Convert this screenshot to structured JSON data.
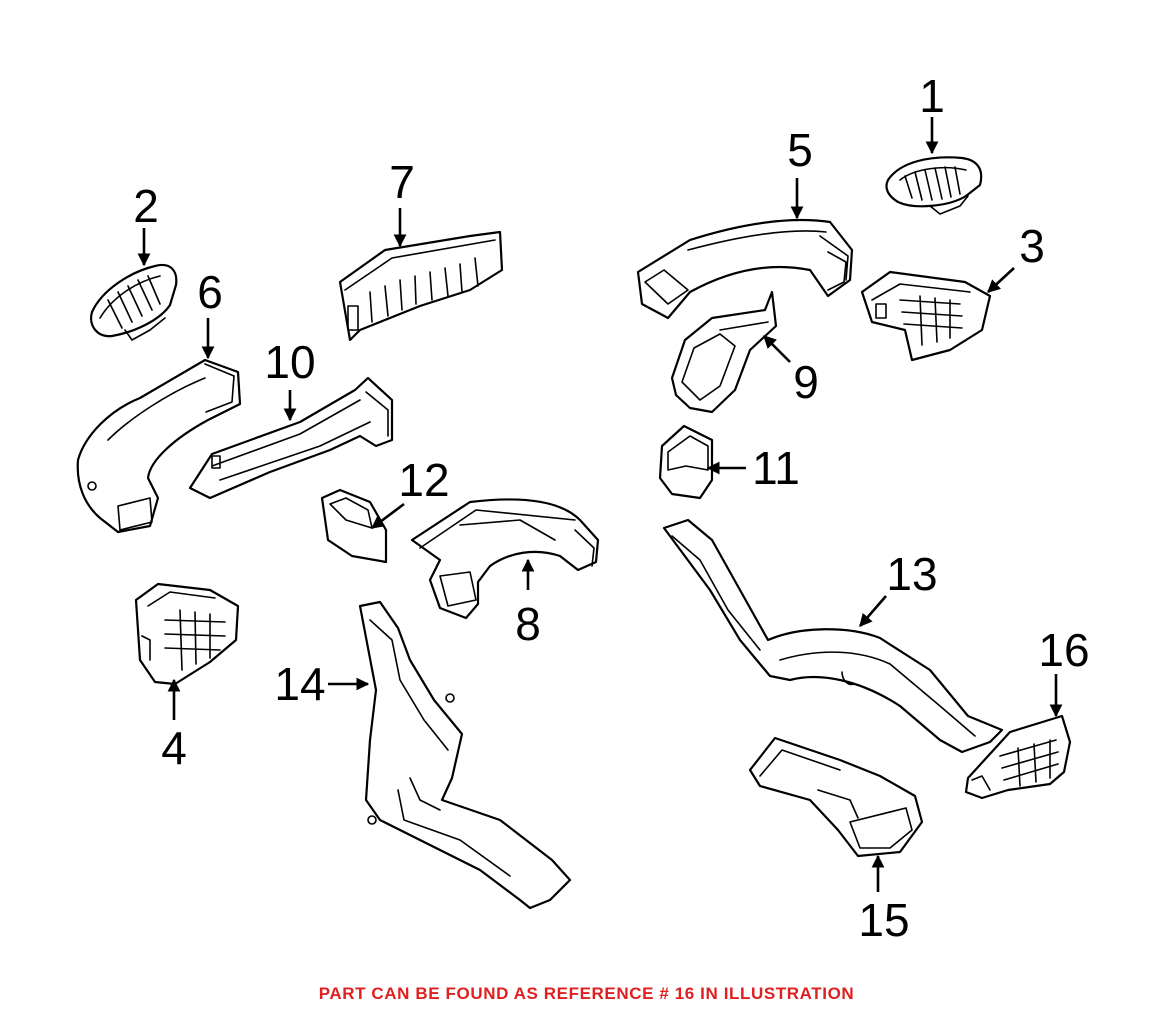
{
  "diagram": {
    "callouts": [
      {
        "id": "1",
        "label": "1"
      },
      {
        "id": "2",
        "label": "2"
      },
      {
        "id": "3",
        "label": "3"
      },
      {
        "id": "4",
        "label": "4"
      },
      {
        "id": "5",
        "label": "5"
      },
      {
        "id": "6",
        "label": "6"
      },
      {
        "id": "7",
        "label": "7"
      },
      {
        "id": "8",
        "label": "8"
      },
      {
        "id": "9",
        "label": "9"
      },
      {
        "id": "10",
        "label": "10"
      },
      {
        "id": "11",
        "label": "11"
      },
      {
        "id": "12",
        "label": "12"
      },
      {
        "id": "13",
        "label": "13"
      },
      {
        "id": "14",
        "label": "14"
      },
      {
        "id": "15",
        "label": "15"
      },
      {
        "id": "16",
        "label": "16"
      }
    ]
  },
  "footer": {
    "note": "PART CAN BE FOUND AS REFERENCE # 16 IN ILLUSTRATION",
    "note_color": "#e02020"
  },
  "colors": {
    "line": "#000000",
    "background": "#ffffff"
  }
}
